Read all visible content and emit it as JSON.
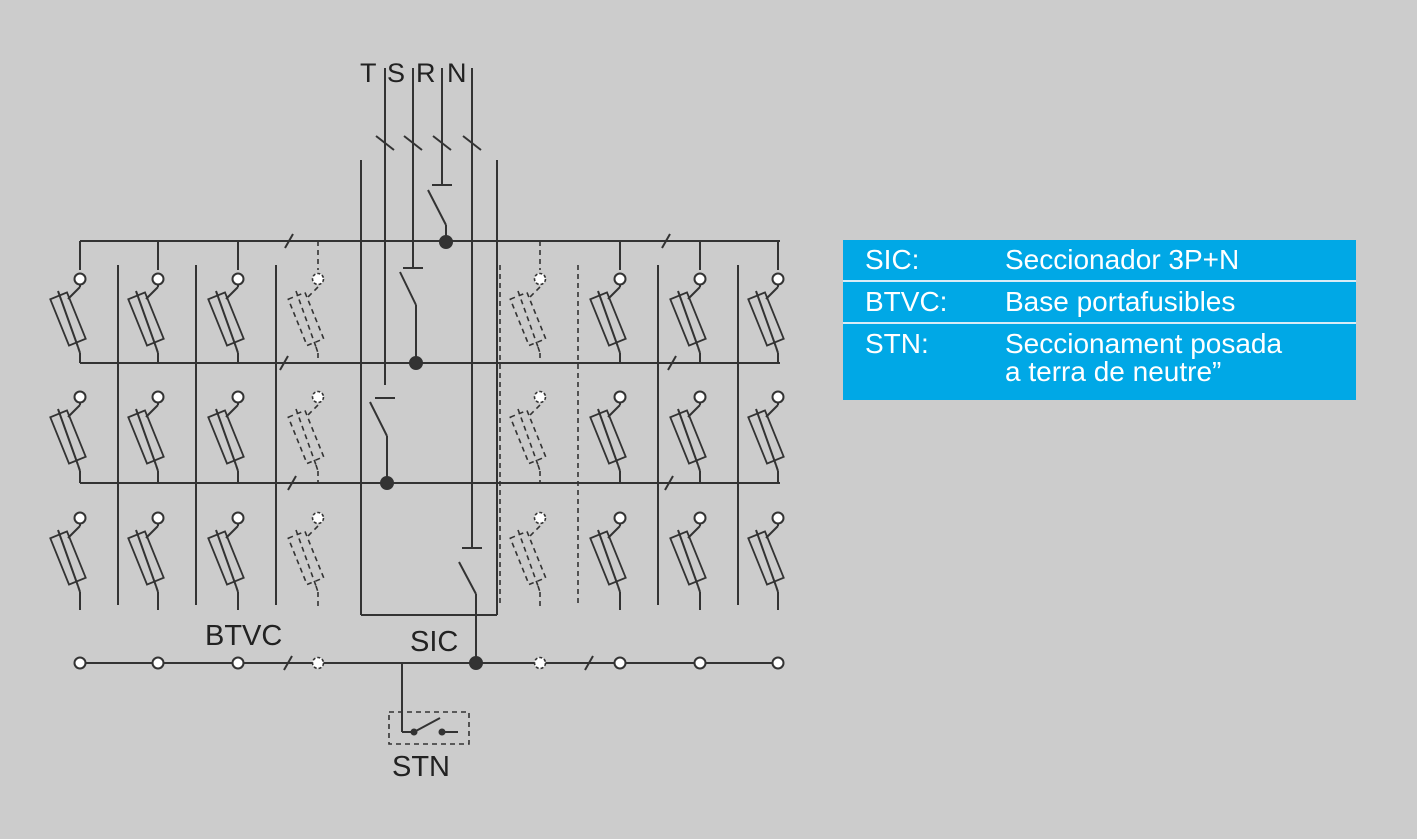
{
  "diagram": {
    "phases": [
      "T",
      "S",
      "R",
      "N"
    ],
    "labels": {
      "btvc": "BTVC",
      "sic": "SIC",
      "stn": "STN"
    }
  },
  "legend": [
    {
      "key": "SIC:",
      "desc": "Seccionador 3P+N"
    },
    {
      "key": "BTVC:",
      "desc": "Base portafusibles"
    },
    {
      "key": "STN:",
      "desc": "Seccionament posada\na terra de neutre”"
    }
  ],
  "colors": {
    "background": "#cccccc",
    "legend_bg": "#00a8e6",
    "line": "#333333"
  }
}
